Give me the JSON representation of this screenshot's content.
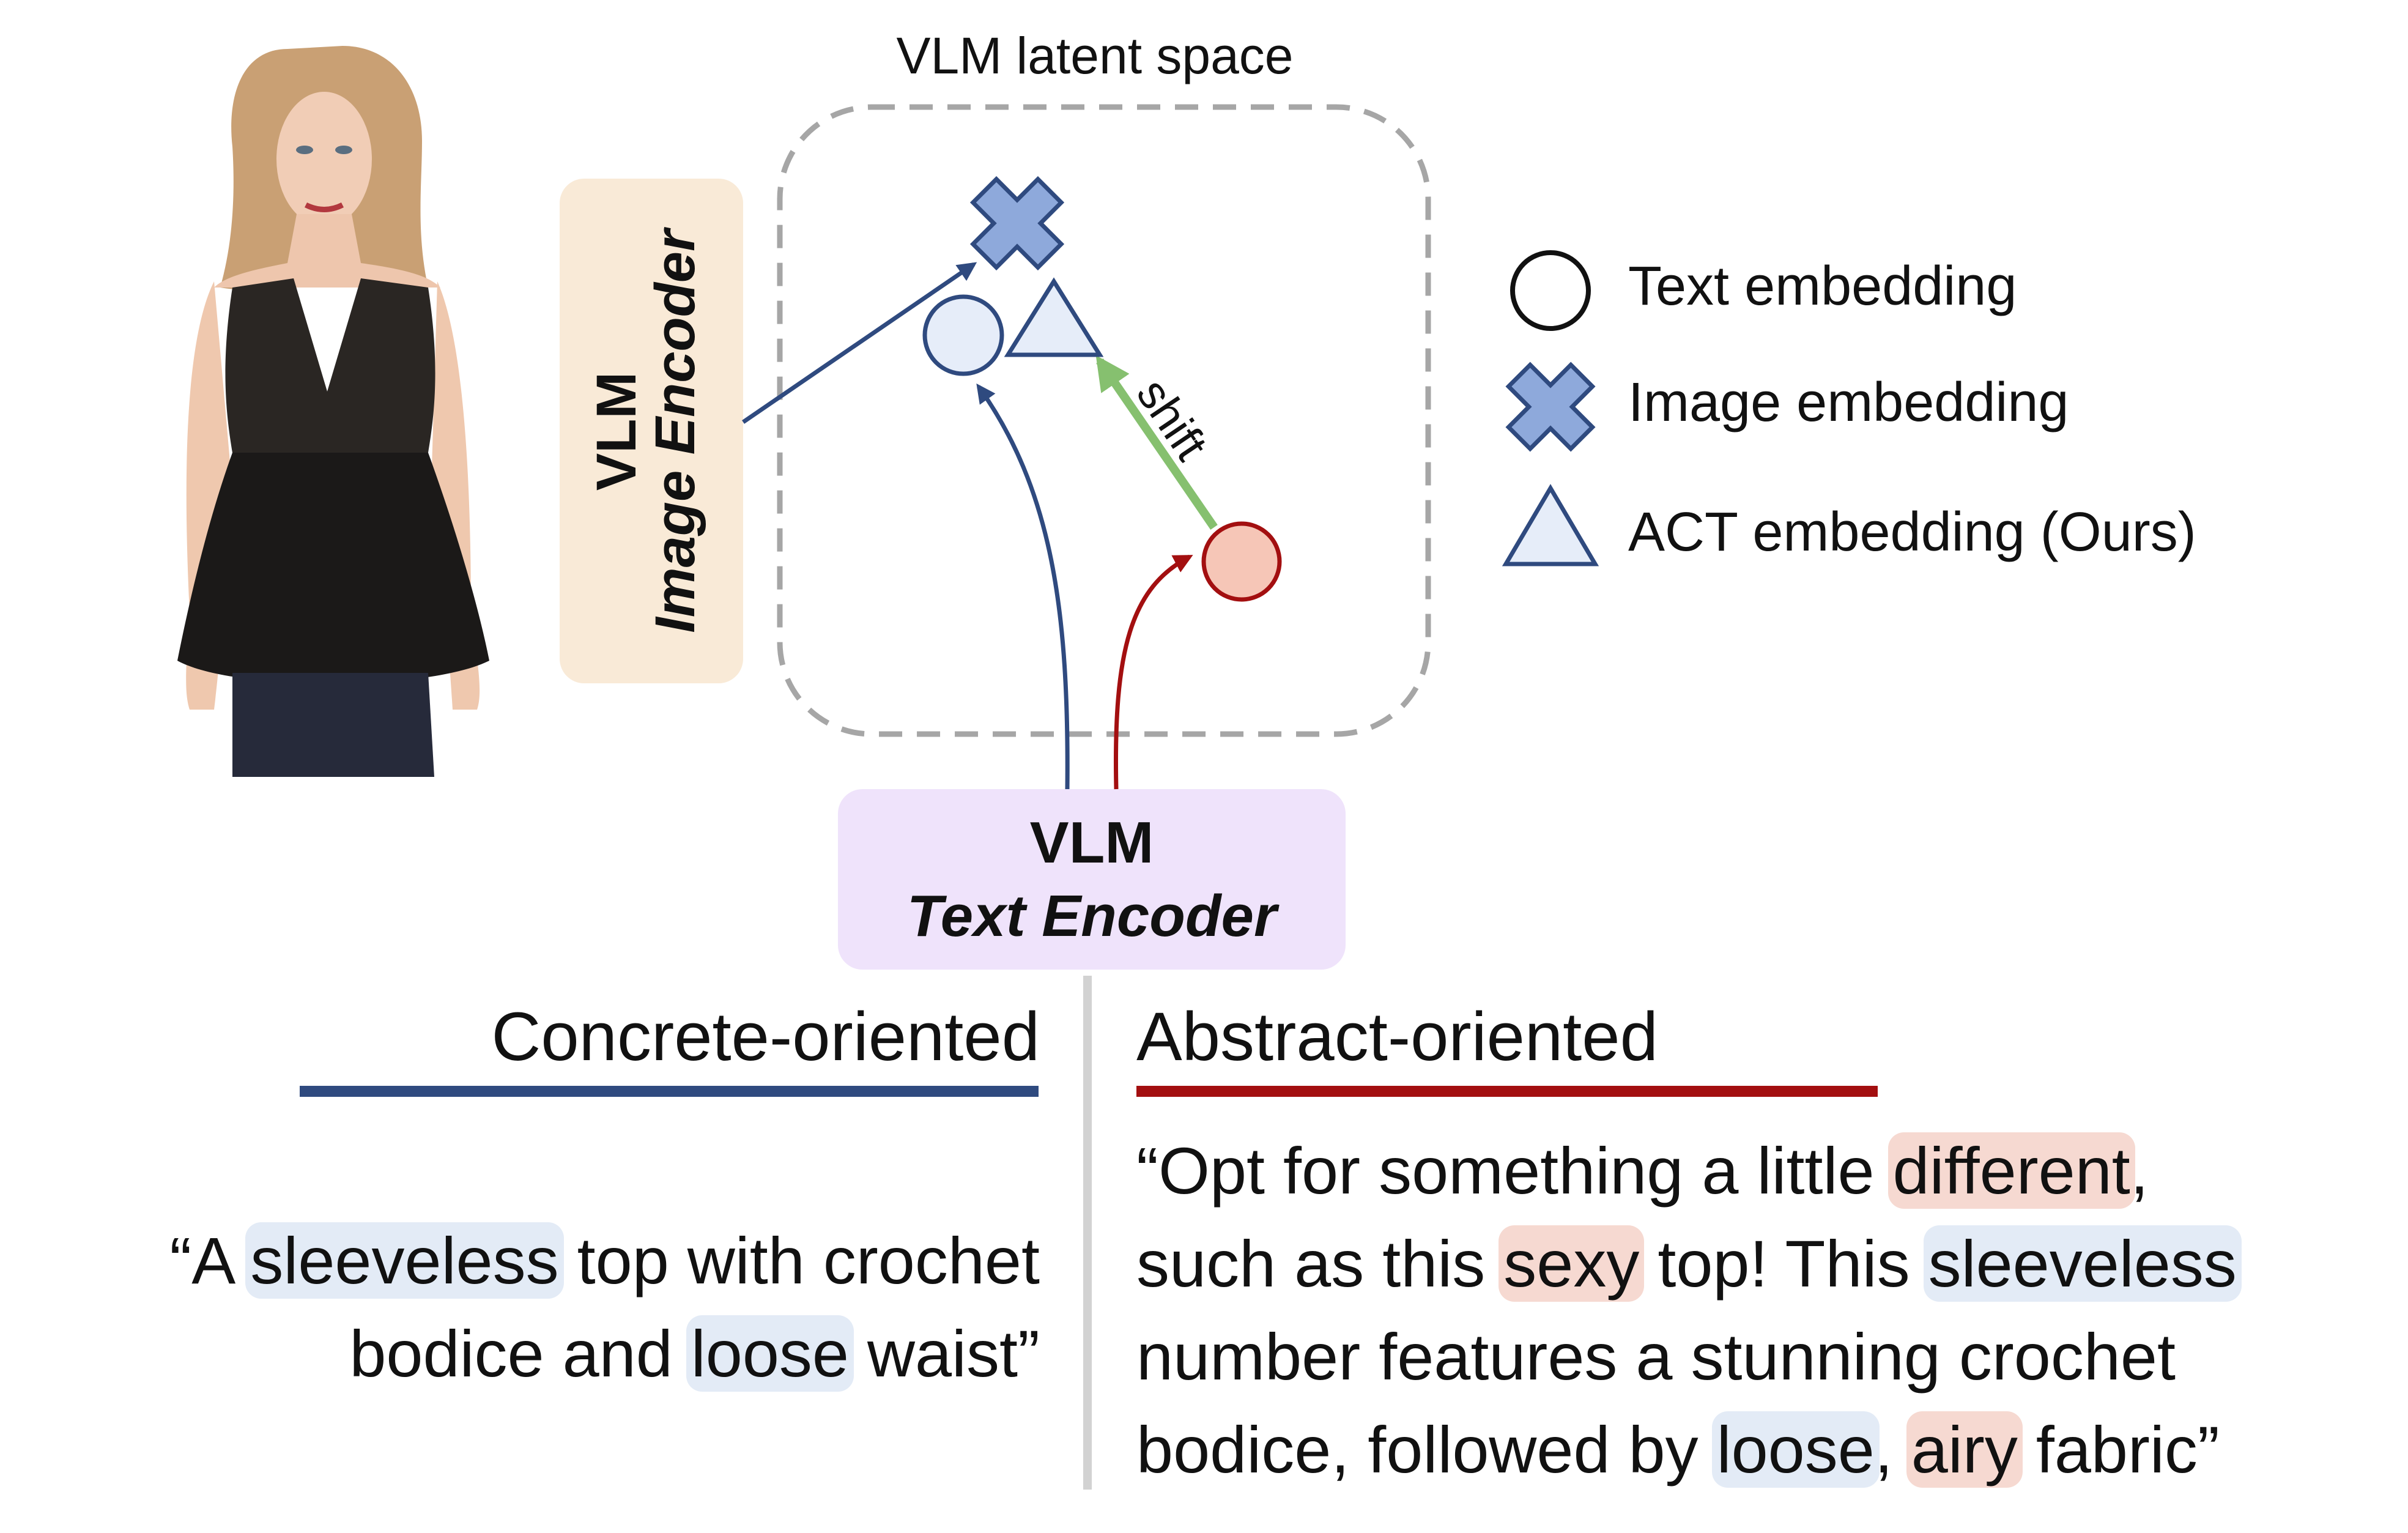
{
  "latent_space": {
    "title": "VLM latent space"
  },
  "image_encoder": {
    "line1": "VLM",
    "line2": "Image Encoder"
  },
  "text_encoder": {
    "line1": "VLM",
    "line2": "Text Encoder"
  },
  "shift_label": "shift",
  "legend": {
    "items": [
      {
        "icon": "circle-icon",
        "label": "Text embedding"
      },
      {
        "icon": "cross-icon",
        "label": "Image embedding"
      },
      {
        "icon": "triangle-icon",
        "label": "ACT embedding (Ours)"
      }
    ]
  },
  "concrete": {
    "heading": "Concrete-oriented",
    "caption": {
      "l1a": "“A ",
      "l1b": "sleeveless",
      "l1c": " top with crochet",
      "l2a": "bodice and ",
      "l2b": "loose",
      "l2c": " waist”"
    }
  },
  "abstract": {
    "heading": "Abstract-oriented",
    "caption": {
      "l1a": "“Opt for something a little ",
      "l1b": "different",
      "l1c": ",",
      "l2a": "such as this ",
      "l2b": "sexy",
      "l2c": " top! This ",
      "l2d": "sleeveless",
      "l3": "number features a stunning crochet",
      "l4a": "bodice, followed by ",
      "l4b": "loose",
      "l4c": ", ",
      "l4d": "airy",
      "l4e": " fabric”"
    }
  },
  "colors": {
    "concrete_blue": "#2f4a7f",
    "abstract_red": "#a30f10",
    "shift_green": "#86c06f",
    "image_encoder_bg": "#f9ead7",
    "text_encoder_bg": "#efe3fb",
    "concrete_highlight": "#e3ebf6",
    "abstract_highlight": "#f6d9d1"
  }
}
